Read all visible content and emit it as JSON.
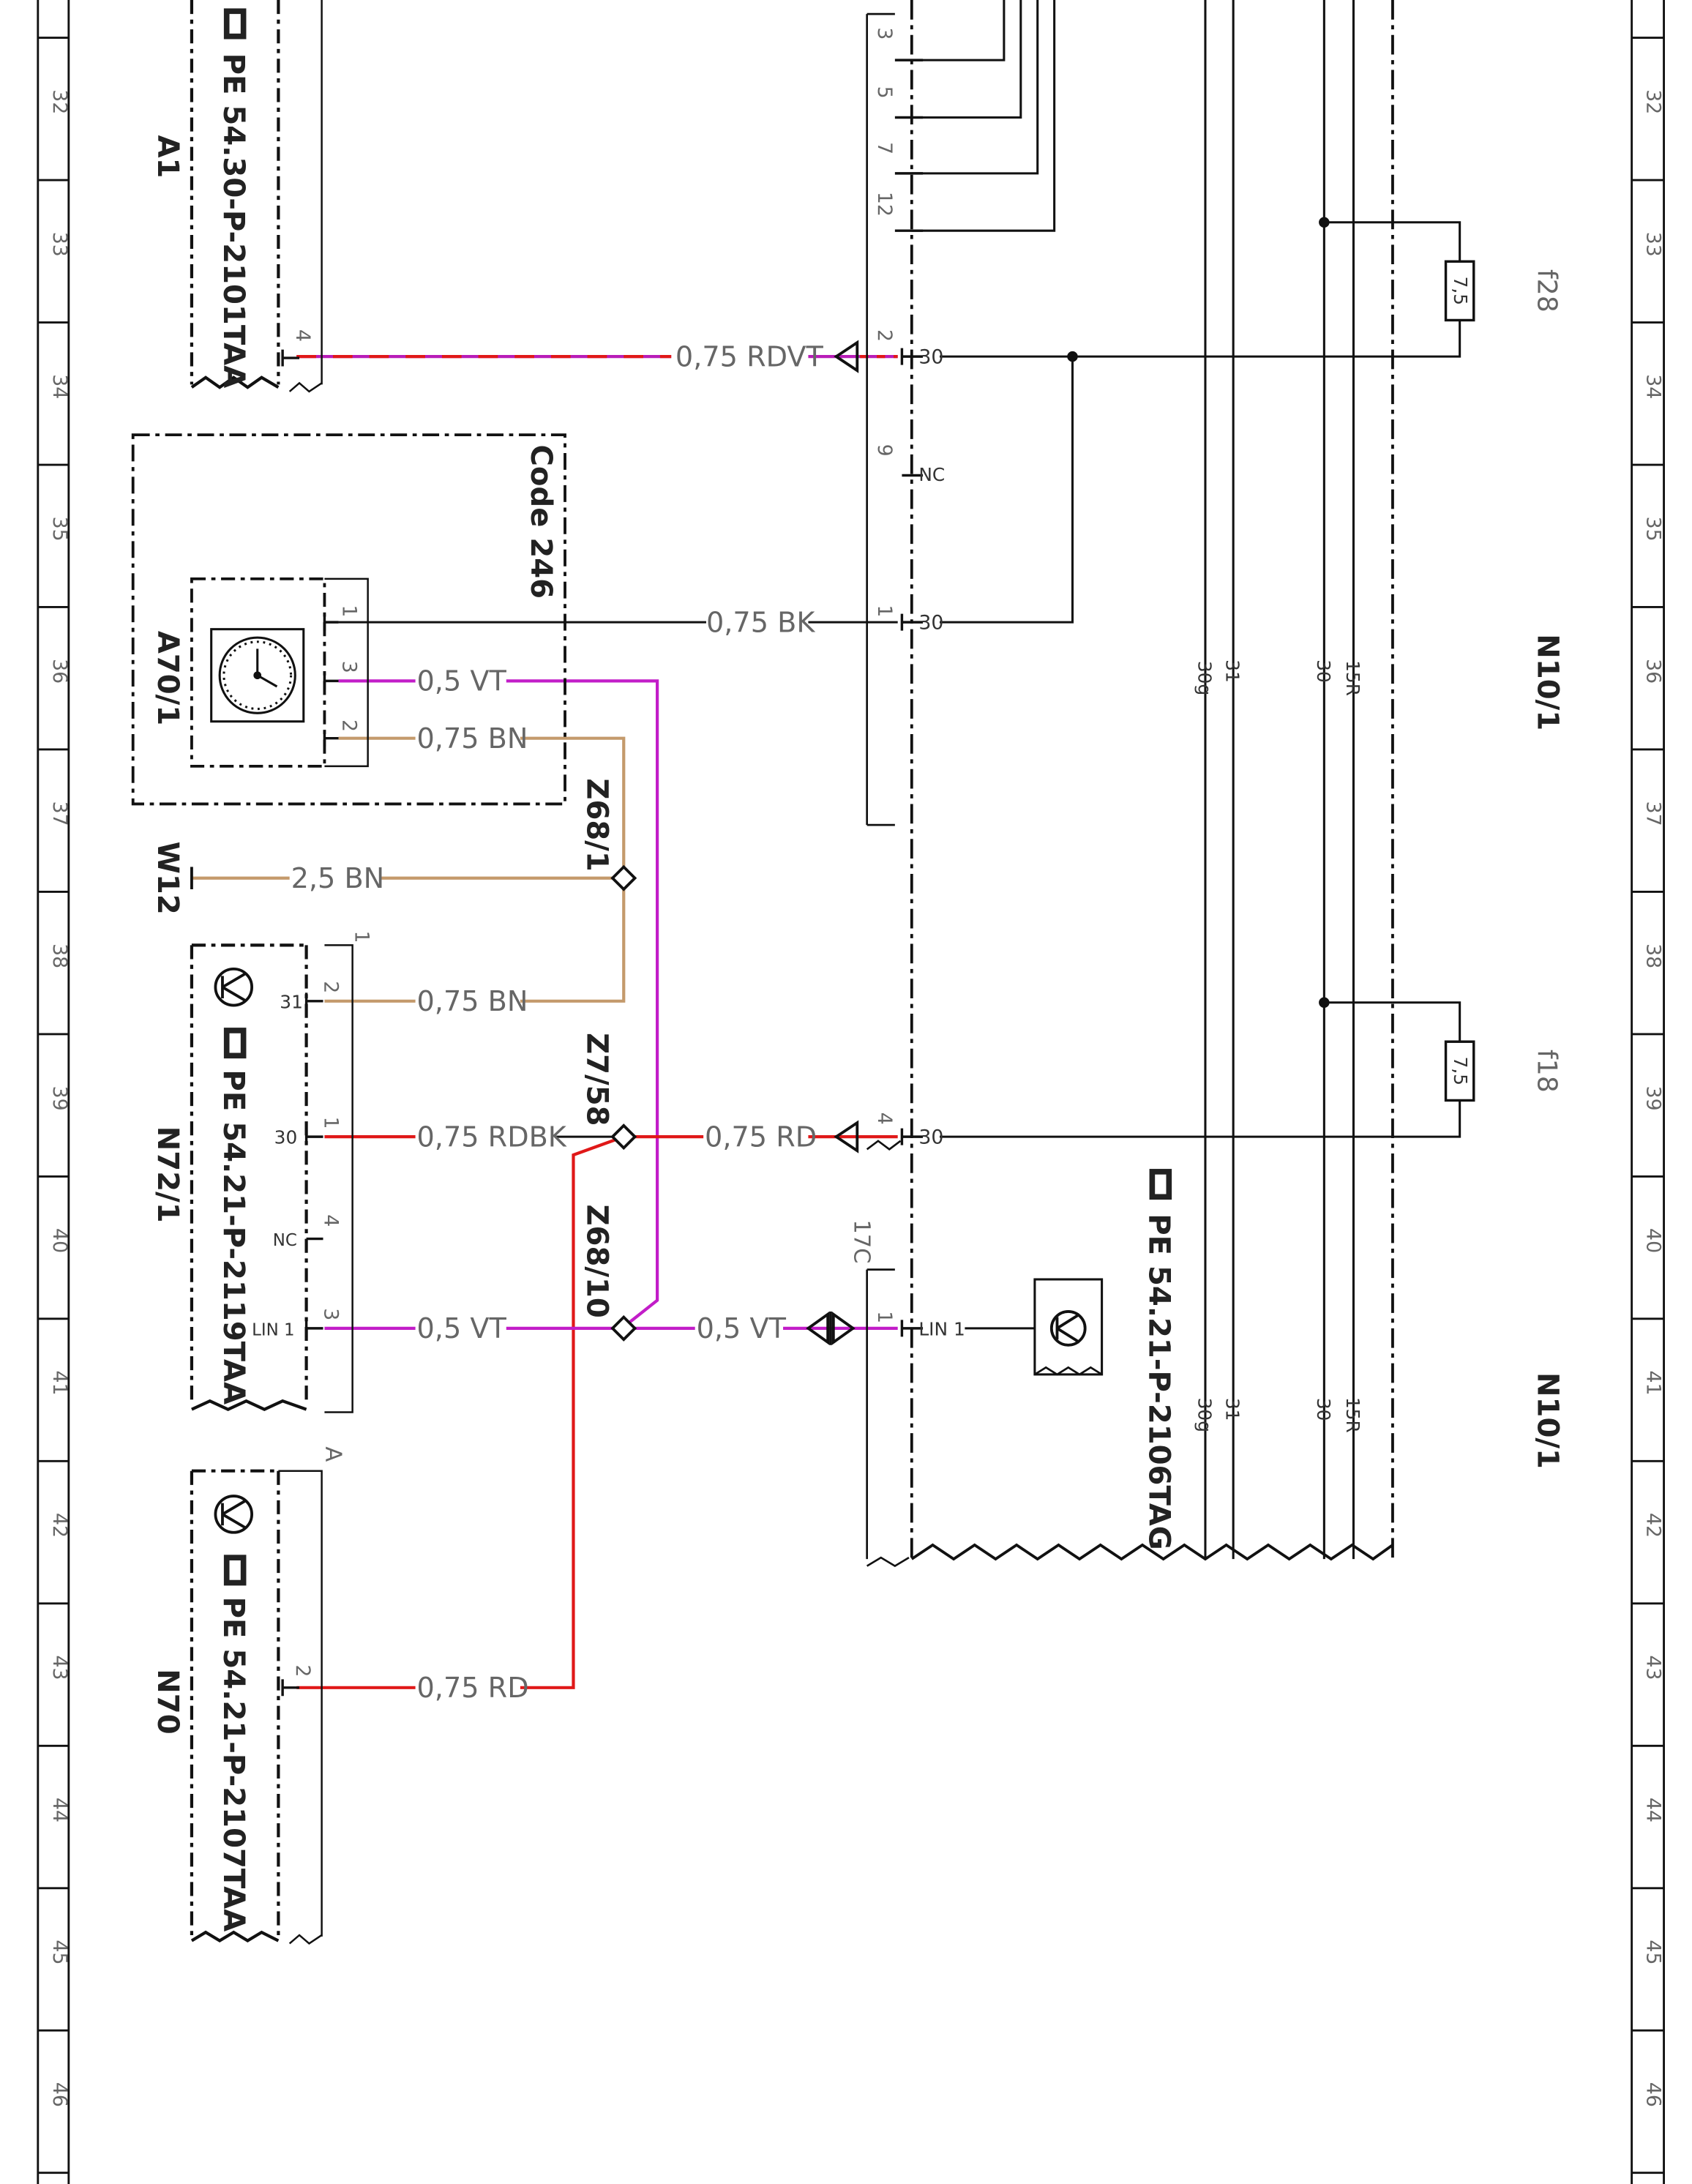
{
  "colors": {
    "rdvt_red": "#e01818",
    "rdvt_violet": "#b81cb8",
    "violet": "#c21dc8",
    "brown": "#c49a6c",
    "red": "#e01818",
    "black": "#111111"
  },
  "grid": {
    "labels": [
      "32",
      "33",
      "34",
      "35",
      "36",
      "37",
      "38",
      "39",
      "40",
      "41",
      "42",
      "43",
      "44",
      "45",
      "46"
    ]
  },
  "components": {
    "a1": {
      "id": "A1",
      "ref": "PE 54.30-P-2101TAA",
      "pin": "4"
    },
    "a70_1": {
      "id": "A70/1",
      "pins": [
        "1",
        "3",
        "2"
      ]
    },
    "code": "Code 246",
    "w12": "W12",
    "n72_1": {
      "id": "N72/1",
      "ref": "PE 54.21-P-2119TAA",
      "pin_numbers": [
        "1",
        "2",
        "1",
        "4",
        "3"
      ],
      "pin_names": [
        "31",
        "30",
        "NC",
        "LIN 1"
      ]
    },
    "n70": {
      "id": "N70",
      "ref": "PE 54.21-P-2107TAA",
      "pin": "2",
      "conn": "A"
    },
    "n10_1": {
      "id_upper": "N10/1",
      "id_lower": "N10/1",
      "ref": "PE 54.21-P-2106TAG",
      "conn_pins_top": [
        "3",
        "5",
        "7",
        "12"
      ],
      "conn_pins_mid": [
        "2",
        "9",
        "1",
        "4",
        "1"
      ],
      "conn_label": "17C",
      "pin_names": [
        "30",
        "NC",
        "30",
        "30",
        "LIN 1"
      ],
      "bus_labels": [
        "30g",
        "31",
        "30",
        "15R"
      ]
    },
    "fuses": [
      {
        "id": "f28",
        "rating": "7,5"
      },
      {
        "id": "f18",
        "rating": "7,5"
      }
    ],
    "splices": [
      "Z68/1",
      "Z7/58",
      "Z68/10"
    ]
  },
  "wires": [
    {
      "label": "0,75 RDVT"
    },
    {
      "label": "0,75 BK"
    },
    {
      "label": "0,5 VT"
    },
    {
      "label": "0,75 BN"
    },
    {
      "label": "2,5 BN"
    },
    {
      "label": "0,75 BN"
    },
    {
      "label": "0,75 RDBK"
    },
    {
      "label": "0,75 RD"
    },
    {
      "label": "0,5 VT"
    },
    {
      "label": "0,5 VT"
    },
    {
      "label": "0,75 RD"
    }
  ]
}
